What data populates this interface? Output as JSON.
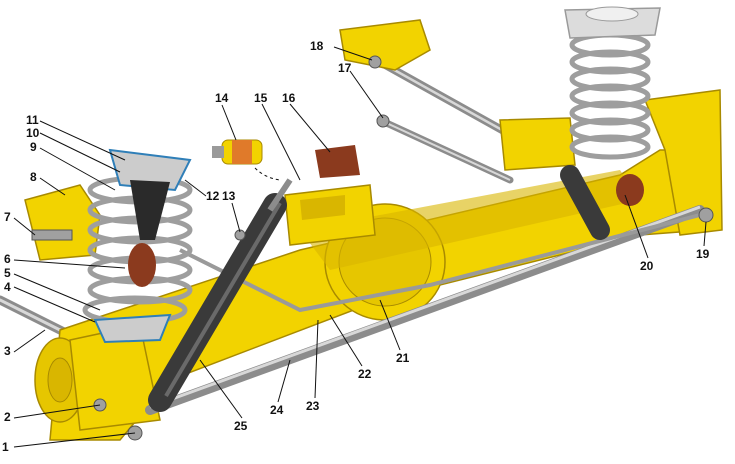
{
  "diagram": {
    "colors": {
      "axle_body": "#f2d300",
      "axle_shade": "#d9b600",
      "axle_dark": "#a88a00",
      "rod": "#8c8c8c",
      "rod_light": "#d8d8d8",
      "spring": "#9e9e9e",
      "shock": "#3a3a3a",
      "rubber_red": "#8b3a1e",
      "boot_blue": "#2f7fb8",
      "leader_line": "#111111"
    },
    "callouts": [
      "1",
      "2",
      "3",
      "4",
      "5",
      "6",
      "7",
      "8",
      "9",
      "10",
      "11",
      "12",
      "13",
      "14",
      "15",
      "16",
      "17",
      "18",
      "19",
      "20",
      "21",
      "22",
      "23",
      "24",
      "25"
    ]
  }
}
